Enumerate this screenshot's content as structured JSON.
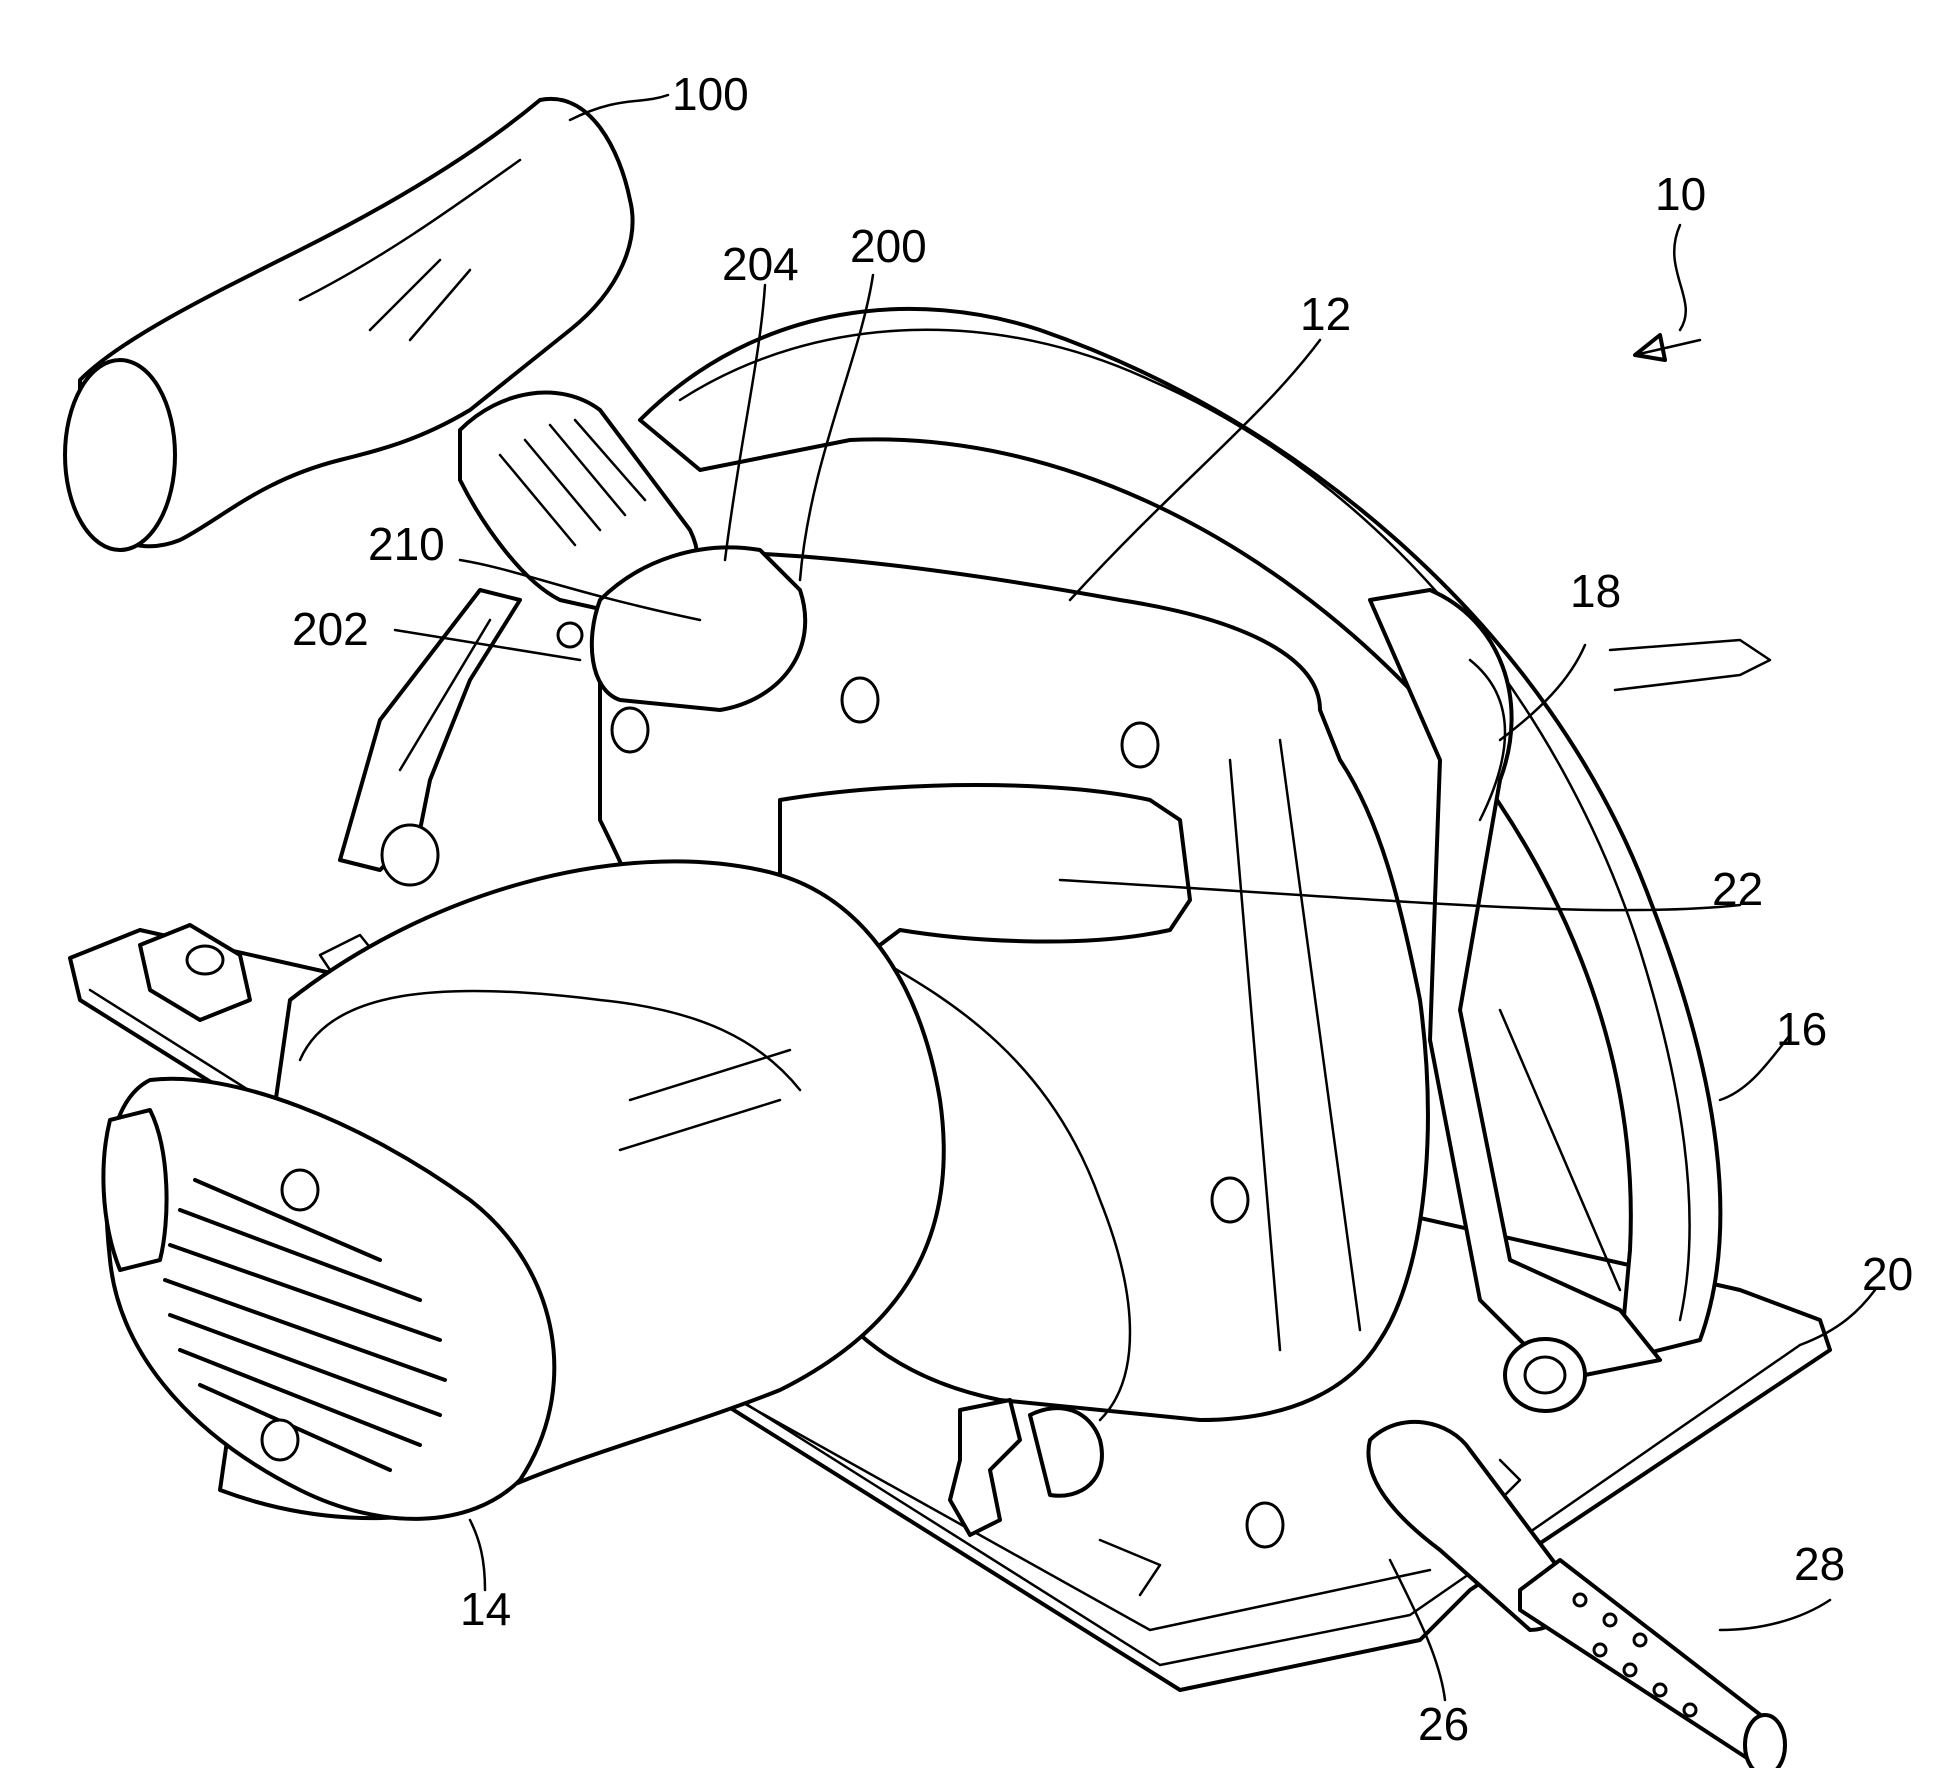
{
  "labels": {
    "l100": "100",
    "l10": "10",
    "l204": "204",
    "l200": "200",
    "l12": "12",
    "l210": "210",
    "l202": "202",
    "l18": "18",
    "l22": "22",
    "l16": "16",
    "l20": "20",
    "l28": "28",
    "l14": "14",
    "l26": "26"
  }
}
